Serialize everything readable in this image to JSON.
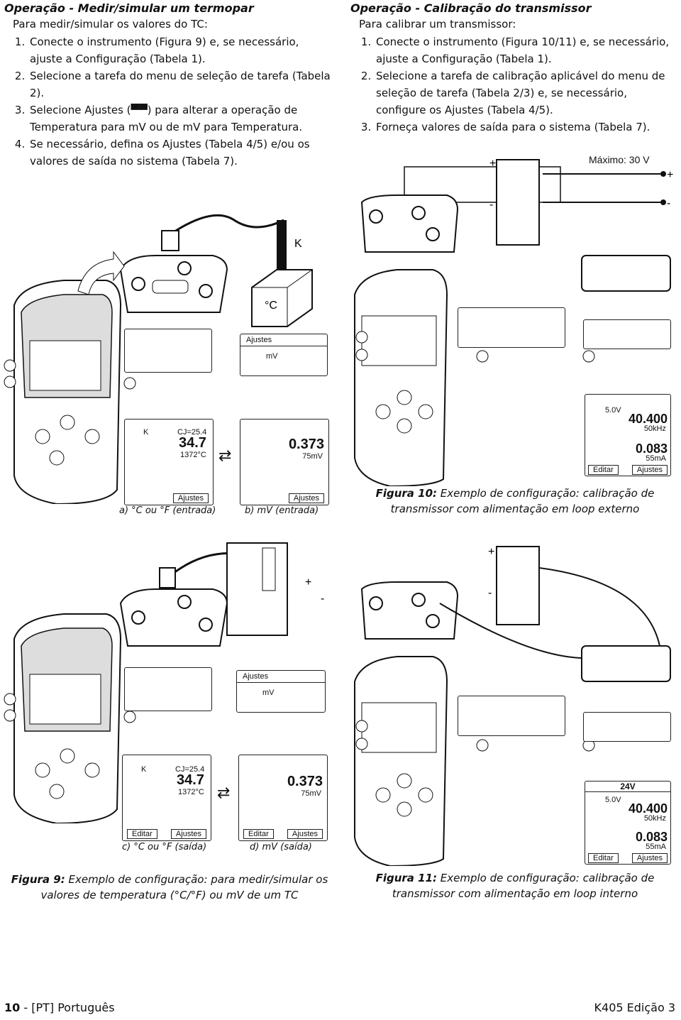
{
  "left": {
    "title": "Operação - Medir/simular um termopar",
    "intro": "Para medir/simular os valores do TC:",
    "steps": [
      "Conecte o instrumento (Figura 9) e, se necessário, ajuste a Configuração (Tabela 1).",
      "Selecione a tarefa do menu de seleção de tarefa (Tabela 2).",
      "Selecione Ajustes (▀▀) para alterar a operação de Temperatura para mV ou de mV para Temperatura.",
      "Se necessário, defina os Ajustes (Tabela 4/5) e/ou os valores de saída no sistema (Tabela 7)."
    ]
  },
  "right": {
    "title": "Operação - Calibração do transmissor",
    "intro": "Para calibrar um transmissor:",
    "steps": [
      "Conecte o instrumento (Figura 10/11) e, se necessário, ajuste a Configuração (Tabela 1).",
      "Selecione a tarefa de calibração aplicável do menu de seleção de tarefa (Tabela 2/3) e, se necessário, configure os Ajustes (Tabela 4/5).",
      "Forneça valores de saída para o sistema (Tabela 7)."
    ]
  },
  "fig9": {
    "thermo_label": "K",
    "block_label": "°C",
    "ajustes": "Ajustes",
    "mv": "mV",
    "k": "K",
    "cj": "CJ=25.4",
    "temp": "34.7",
    "temp_max": "1372°C",
    "mv_value": "0.373",
    "mv_max": "75mV",
    "editar": "Editar",
    "sub_a": "a) °C ou °F (entrada)",
    "sub_b": "b) mV (entrada)",
    "sub_c": "c) °C ou °F (saída)",
    "sub_d": "d) mV (saída)",
    "caption_label": "Figura 9:",
    "caption_text": "Exemplo de configuração: para medir/simular os valores de temperatura (°C/°F) ou mV de um TC"
  },
  "fig10": {
    "max_label": "Máximo: 30 V",
    "v1": "5.0V",
    "val1": "40.400",
    "unit1": "50kHz",
    "val2": "0.083",
    "unit2": "55mA",
    "editar": "Editar",
    "ajustes": "Ajustes",
    "caption_label": "Figura 10:",
    "caption_text": "Exemplo de configuração: calibração de transmissor com alimentação em loop externo"
  },
  "fig11": {
    "header": "24V",
    "v1": "5.0V",
    "val1": "40.400",
    "unit1": "50kHz",
    "val2": "0.083",
    "unit2": "55mA",
    "editar": "Editar",
    "ajustes": "Ajustes",
    "caption_label": "Figura 11:",
    "caption_text": "Exemplo de configuração: calibração de transmissor com alimentação em loop interno"
  },
  "footer": {
    "page": "10",
    "lang": " - [PT] Português",
    "edition": "K405 Edição 3"
  }
}
